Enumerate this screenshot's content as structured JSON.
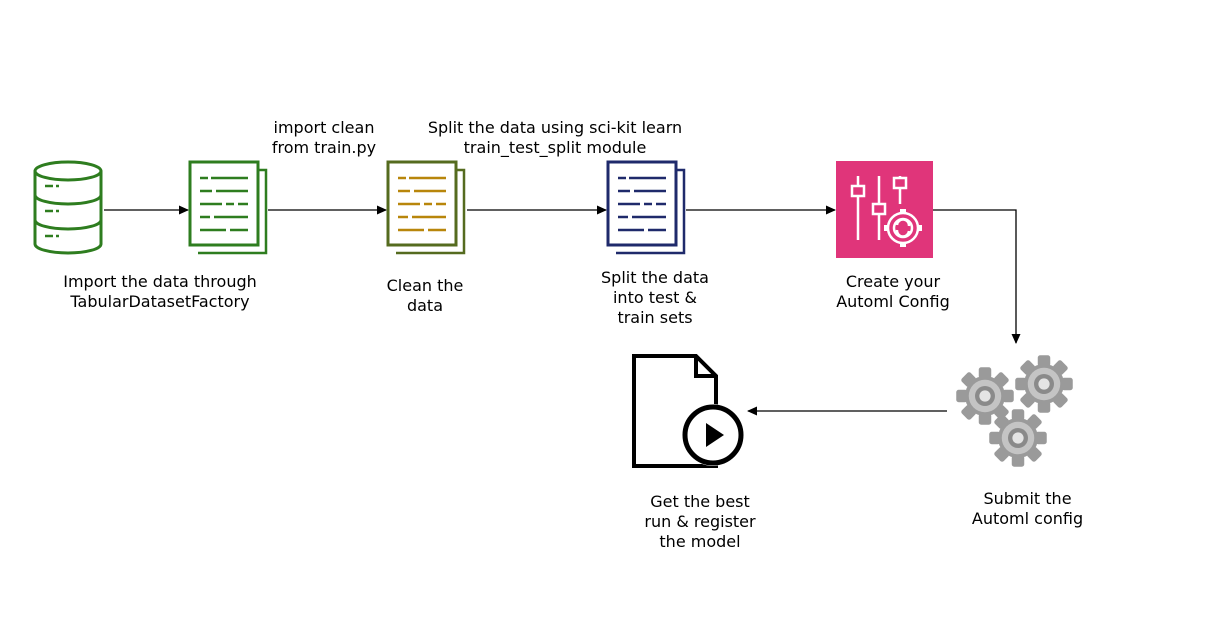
{
  "colors": {
    "database": "#2e7d1f",
    "clean_doc_outline": "#3e7a1b",
    "clean_doc_lines": "#b8860b",
    "split_doc": "#1f2a6b",
    "automl_bg": "#e0357a",
    "automl_fg": "#ffffff",
    "gears": "#a9a9a9",
    "best_run_doc": "#000000",
    "arrows": "#000000"
  },
  "nodes": {
    "import": {
      "icon": "database-icon",
      "label_lines": [
        "Import the data through",
        "TabularDatasetFactory"
      ]
    },
    "dataset": {
      "icon": "document-icon"
    },
    "clean": {
      "icon": "document-icon",
      "label_lines": [
        "Clean the",
        "data"
      ]
    },
    "split": {
      "icon": "document-icon",
      "label_lines": [
        "Split the data",
        "into test &",
        "train sets"
      ]
    },
    "automl": {
      "icon": "automl-config-icon",
      "label_lines": [
        "Create your",
        "Automl Config"
      ]
    },
    "submit": {
      "icon": "gears-icon",
      "label_lines": [
        "Submit the",
        "Automl config"
      ]
    },
    "best": {
      "icon": "document-play-icon",
      "label_lines": [
        "Get the best",
        "run & register",
        "the model"
      ]
    }
  },
  "edges": {
    "to_clean": {
      "label_lines": [
        "import clean",
        "from train.py"
      ]
    },
    "to_split": {
      "label_lines": [
        "Split the data using sci-kit learn",
        "train_test_split module"
      ]
    }
  }
}
